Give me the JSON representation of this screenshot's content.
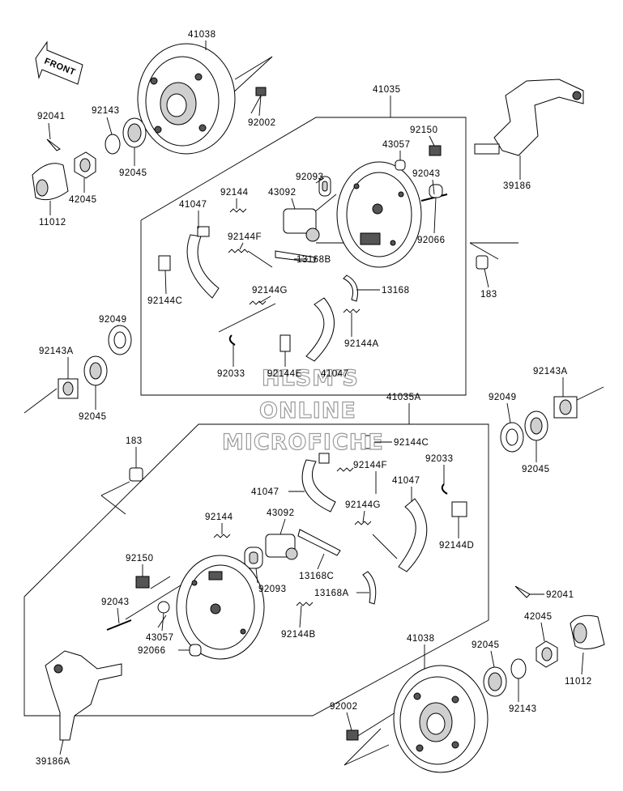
{
  "front_label": "FRONT",
  "watermark": {
    "line1": "HLSM'S",
    "line2": "ONLINE",
    "line3": "MICROFICHE"
  },
  "labels": {
    "p41038_top": "41038",
    "p92041_top": "92041",
    "p92143_top": "92143",
    "p92045_top": "92045",
    "p42045_top": "42045",
    "p11012_top": "11012",
    "p92002_top": "92002",
    "p41035": "41035",
    "p92150_top": "92150",
    "p43057_top": "43057",
    "p92043_top": "92043",
    "p92093_top": "92093",
    "p43092_top": "43092",
    "p92144_top": "92144",
    "p41047_top": "41047",
    "p92144F_top": "92144F",
    "p92066_top": "92066",
    "p13168B": "13168B",
    "p92144C_top": "92144C",
    "p92144G_top": "92144G",
    "p13168": "13168",
    "p92144A": "92144A",
    "p92033_top": "92033",
    "p92144E": "92144E",
    "p41047b_top": "41047",
    "p39186": "39186",
    "p183_top": "183",
    "p92049_left": "92049",
    "p92143A_left": "92143A",
    "p92045_left": "92045",
    "p92143A_right": "92143A",
    "p92049_right": "92049",
    "p92045_right": "92045",
    "p41035A": "41035A",
    "p183_left": "183",
    "p92144C_bot": "92144C",
    "p92144F_bot": "92144F",
    "p92033_bot": "92033",
    "p41047_bot": "41047",
    "p41047b_bot": "41047",
    "p92144G_bot": "92144G",
    "p92144_bot": "92144",
    "p43092_bot": "43092",
    "p92144D": "92144D",
    "p92150_bot": "92150",
    "p13168C": "13168C",
    "p92093_bot": "92093",
    "p13168A": "13168A",
    "p92043_bot": "92043",
    "p43057_bot": "43057",
    "p92066_bot": "92066",
    "p92144B": "92144B",
    "p92041_bot": "92041",
    "p41038_bot": "41038",
    "p92045_bot": "92045",
    "p42045_bot": "42045",
    "p11012_bot": "11012",
    "p92143_bot": "92143",
    "p92002_bot": "92002",
    "p39186A": "39186A"
  }
}
